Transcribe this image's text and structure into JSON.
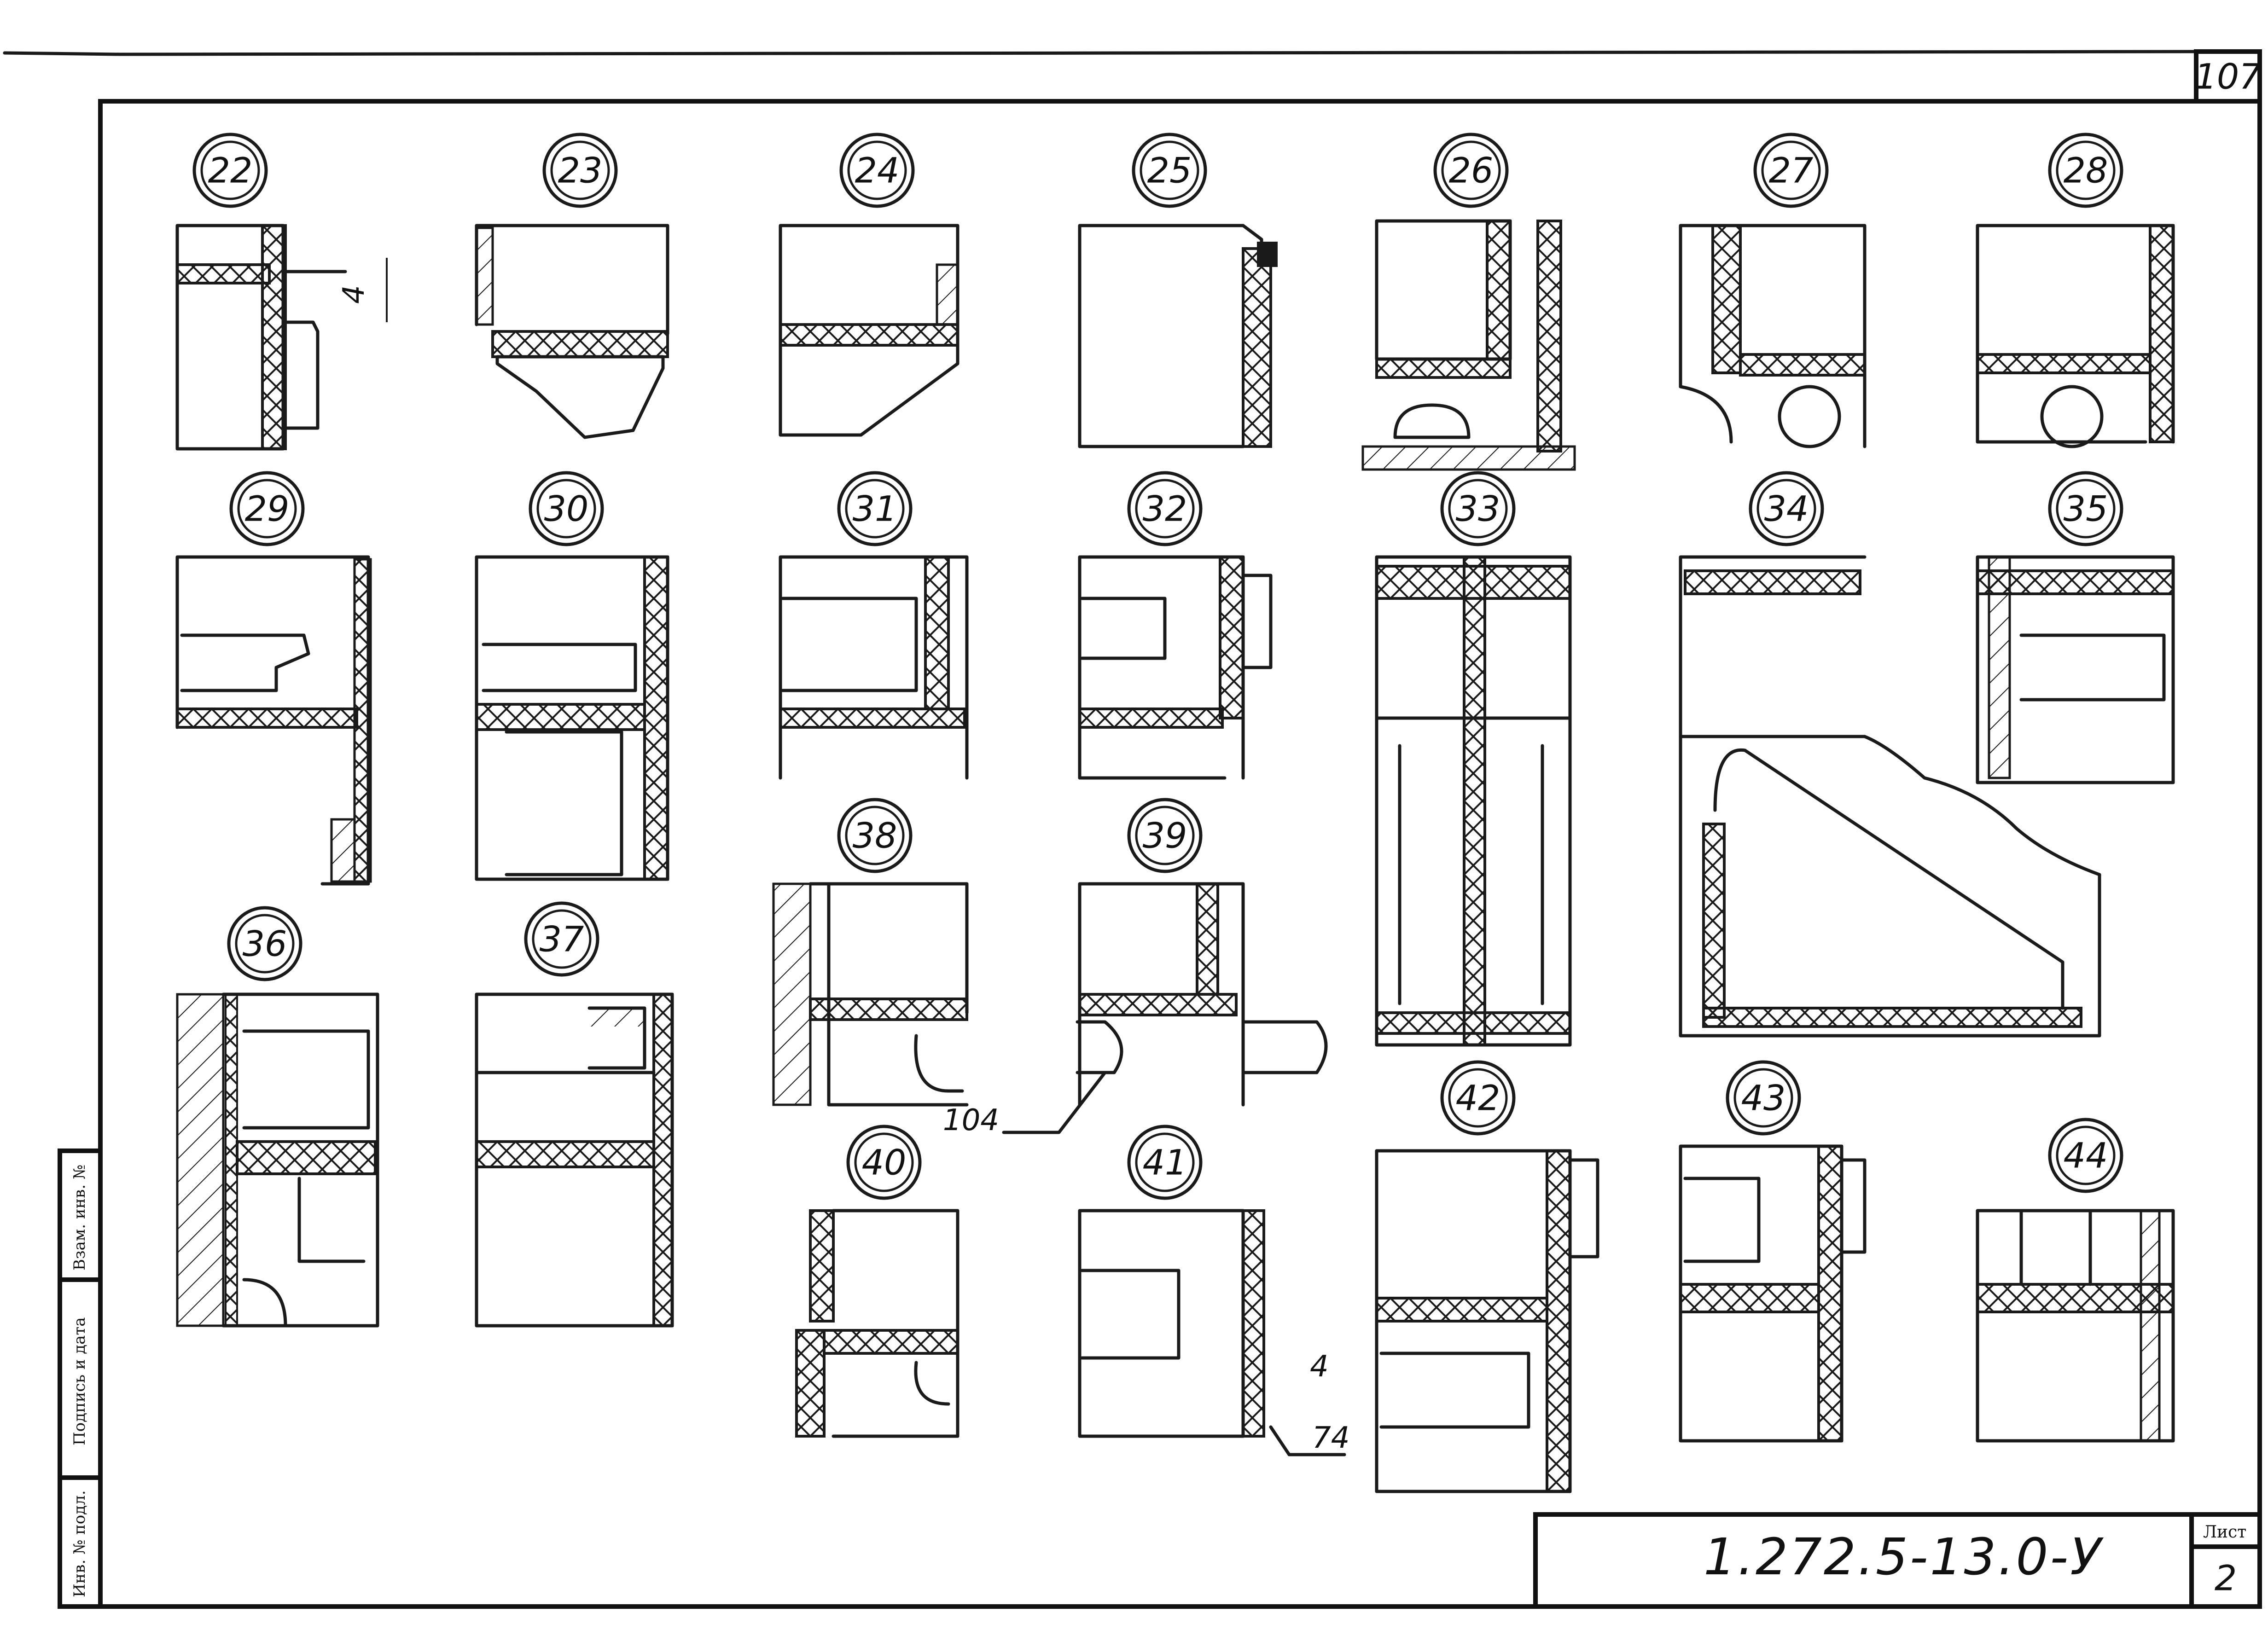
{
  "page_number": "107",
  "title_block": {
    "code": "1.272.5-13.0-У",
    "sheet_label": "Лист",
    "sheet_number": "2"
  },
  "side_stamp": {
    "inv_no": "Инв. № подл.",
    "signature_date": "Подпись и дата",
    "replaced_inv": "Взам. инв. №"
  },
  "details": [
    {
      "id": "d22",
      "label": "22"
    },
    {
      "id": "d23",
      "label": "23"
    },
    {
      "id": "d24",
      "label": "24"
    },
    {
      "id": "d25",
      "label": "25"
    },
    {
      "id": "d26",
      "label": "26"
    },
    {
      "id": "d27",
      "label": "27"
    },
    {
      "id": "d28",
      "label": "28"
    },
    {
      "id": "d29",
      "label": "29"
    },
    {
      "id": "d30",
      "label": "30"
    },
    {
      "id": "d31",
      "label": "31"
    },
    {
      "id": "d32",
      "label": "32"
    },
    {
      "id": "d33",
      "label": "33"
    },
    {
      "id": "d34",
      "label": "34"
    },
    {
      "id": "d35",
      "label": "35"
    },
    {
      "id": "d36",
      "label": "36"
    },
    {
      "id": "d37",
      "label": "37"
    },
    {
      "id": "d38",
      "label": "38"
    },
    {
      "id": "d39",
      "label": "39"
    },
    {
      "id": "d40",
      "label": "40"
    },
    {
      "id": "d41",
      "label": "41"
    },
    {
      "id": "d42",
      "label": "42"
    },
    {
      "id": "d43",
      "label": "43"
    },
    {
      "id": "d44",
      "label": "44"
    }
  ],
  "callouts": {
    "item_104": "104",
    "item_74": "74",
    "dim_4_a": "4",
    "dim_4_b": "4"
  }
}
